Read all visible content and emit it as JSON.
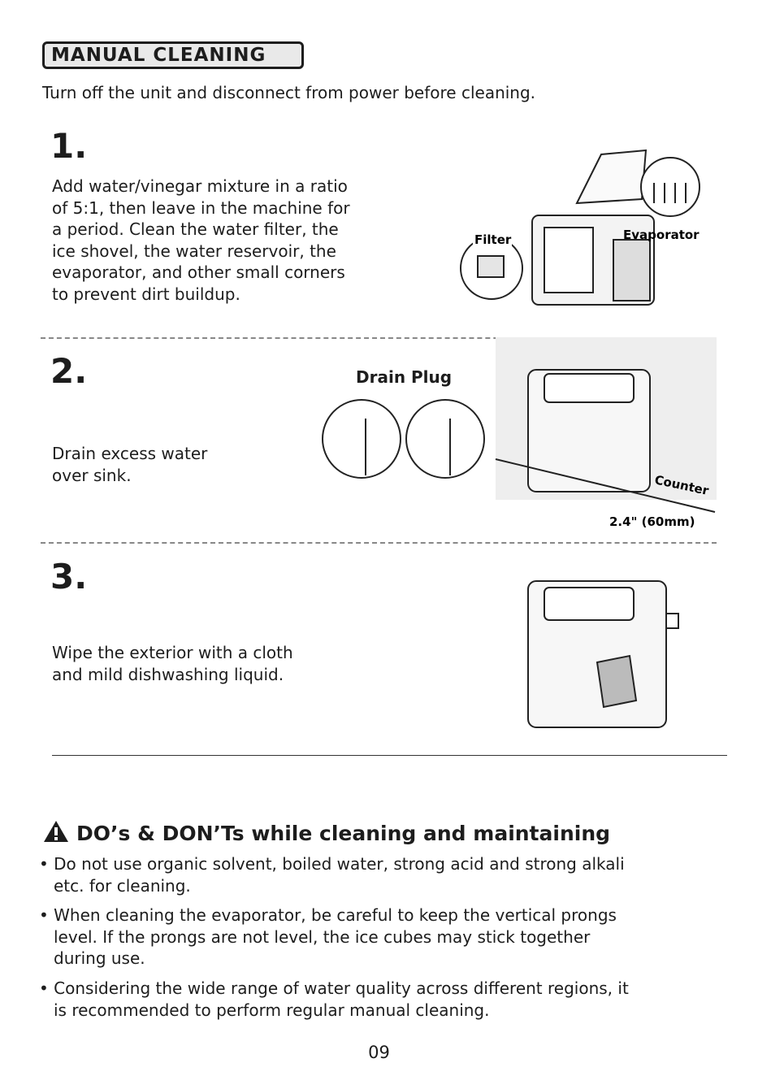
{
  "header": {
    "title": "MANUAL CLEANING",
    "intro": "Turn off the unit and disconnect from power before cleaning."
  },
  "steps": [
    {
      "number": "1.",
      "lines": [
        "Add water/vinegar mixture in a ratio",
        "of 5:1, then leave in the machine for",
        "a period. Clean the water filter, the",
        "ice shovel, the water reservoir, the",
        "evaporator, and other small corners",
        "to prevent dirt buildup."
      ],
      "labels": {
        "filter": "Filter",
        "evaporator": "Evaporator"
      }
    },
    {
      "number": "2.",
      "lines": [
        "Drain excess water",
        "over sink."
      ],
      "labels": {
        "drain_plug": "Drain Plug",
        "counter": "Counter",
        "distance": "2.4\" (60mm)"
      }
    },
    {
      "number": "3.",
      "lines": [
        "Wipe the exterior with a cloth",
        "and mild dishwashing liquid."
      ]
    }
  ],
  "warnings": {
    "title": "DO’s & DON’Ts while cleaning and maintaining",
    "items": [
      [
        "• Do not use organic solvent, boiled water, strong acid and strong alkali",
        "etc. for cleaning."
      ],
      [
        "• When cleaning the evaporator, be careful to keep the vertical prongs",
        "level. If the prongs are not level, the ice cubes may stick together",
        "during use."
      ],
      [
        "• Considering the wide range of water quality across different regions, it",
        "is recommended to perform regular manual cleaning."
      ]
    ]
  },
  "footer": {
    "page_number": "09"
  }
}
